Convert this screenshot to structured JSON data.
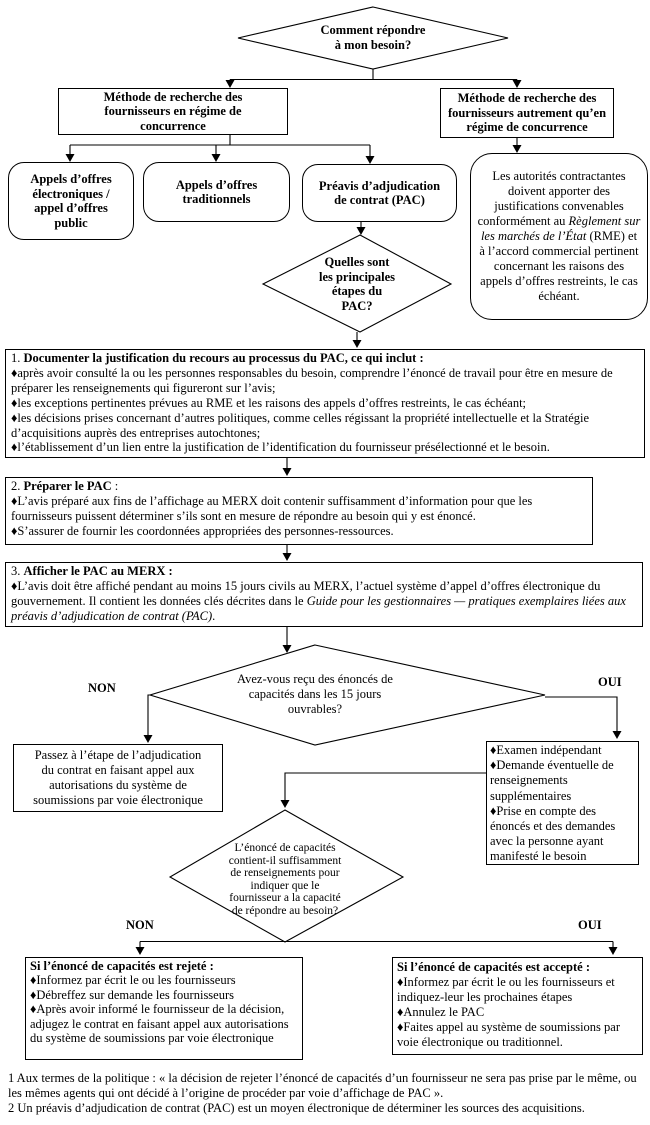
{
  "flow": {
    "labels": {
      "non": "NON",
      "oui": "OUI"
    },
    "q_need": {
      "lines": [
        "Comment répondre",
        "à mon besoin?"
      ]
    },
    "method_competitive": {
      "lines": [
        "Méthode de recherche des",
        "fournisseurs en régime de",
        "concurrence"
      ]
    },
    "method_noncompetitive": {
      "lines": [
        "Méthode de recherche des",
        "fournisseurs autrement qu’en",
        "régime de concurrence"
      ]
    },
    "option_electronic": {
      "lines": [
        "Appels d’offres",
        "électroniques /",
        "appel d’offres",
        "public"
      ]
    },
    "option_traditional": {
      "lines": [
        "Appels d’offres",
        "traditionnels"
      ]
    },
    "option_pac": {
      "lines": [
        "Préavis d’adjudication",
        "de contrat (PAC)"
      ]
    },
    "justification_note": {
      "pre": "Les autorités contractantes doivent apporter des justifications convenables conformément au ",
      "italic": "Règlement sur les marchés de l’État",
      "post": " (RME) et à l’accord commercial pertinent concernant les raisons des appels d’offres restreints, le cas échéant."
    },
    "q_steps": {
      "lines": [
        "Quelles sont",
        "les principales",
        "étapes du",
        "PAC?"
      ]
    },
    "step1": {
      "num": "1. ",
      "title": "Documenter la justification du recours au processus du PAC, ce qui inclut :",
      "bullets": [
        "♦après avoir consulté la ou les personnes responsables du besoin, comprendre l’énoncé de travail pour être en mesure de préparer les renseignements qui figureront sur l’avis;",
        "♦les exceptions pertinentes prévues au RME et les raisons des appels d’offres restreints, le cas échéant;",
        "♦les décisions prises concernant d’autres politiques, comme celles régissant la propriété intellectuelle et la Stratégie d’acquisitions auprès des entreprises autochtones;",
        "♦l’établissement d’un lien entre la justification de l’identification du fournisseur présélectionné et le besoin."
      ]
    },
    "step2": {
      "num": "2. ",
      "title": "Préparer le PAC",
      "title_suffix": " :",
      "bullets": [
        "♦L’avis préparé aux fins de l’affichage au MERX doit contenir suffisamment d’information pour que les fournisseurs puissent déterminer s’ils sont en mesure de répondre au besoin qui y est énoncé.",
        "♦S’assurer de fournir les coordonnées appropriées des personnes-ressources."
      ]
    },
    "step3": {
      "num": "3. ",
      "title": "Afficher le PAC au MERX :",
      "bullet_pre": "♦L’avis doit être affiché pendant au moins 15 jours civils au MERX, l’actuel système d’appel d’offres électronique du gouvernement. Il contient les données clés décrites dans le ",
      "bullet_italic": "Guide pour les gestionnaires — pratiques exemplaires liées aux préavis d’adjudication de contrat (PAC)",
      "bullet_post": "."
    },
    "q_received": {
      "lines": [
        "Avez-vous reçu des énoncés de",
        "capacités dans les 15 jours",
        "ouvrables?"
      ]
    },
    "no_response": {
      "lines": [
        "Passez à l’étape de l’adjudication",
        "du contrat en faisant appel aux",
        "autorisations du système de",
        "soumissions par voie électronique"
      ]
    },
    "review": {
      "bullets": [
        "♦Examen indépendant",
        "♦Demande éventuelle de renseignements supplémentaires",
        "♦Prise en compte des énoncés et des demandes avec la personne ayant manifesté le besoin"
      ]
    },
    "q_sufficient": {
      "lines": [
        "L’énoncé de capacités",
        "contient-il suffisamment",
        "de renseignements pour",
        "indiquer que le",
        "fournisseur a la capacité",
        "de répondre au besoin?"
      ]
    },
    "rejected": {
      "title": "Si l’énoncé de capacités est rejeté :",
      "bullets": [
        "♦Informez par écrit le ou les fournisseurs",
        "♦Débreffez sur demande les fournisseurs",
        "♦Après avoir informé le fournisseur de la décision, adjugez le contrat en faisant appel aux autorisations du système de soumissions par voie électronique"
      ]
    },
    "accepted": {
      "title": "Si l’énoncé de capacités est accepté :",
      "bullets": [
        "♦Informez par écrit le ou les fournisseurs et indiquez-leur les prochaines étapes",
        "♦Annulez le PAC",
        "♦Faites appel au système de soumissions par voie électronique ou traditionnel."
      ]
    },
    "footnotes": [
      "1 Aux termes de la politique : « la décision de rejeter l’énoncé de capacités d’un fournisseur ne sera pas prise par le même, ou les mêmes agents qui ont décidé à l’origine de procéder par voie d’affichage de PAC ».",
      "2 Un préavis d’adjudication de contrat (PAC) est un moyen électronique de déterminer les sources des acquisitions."
    ]
  }
}
